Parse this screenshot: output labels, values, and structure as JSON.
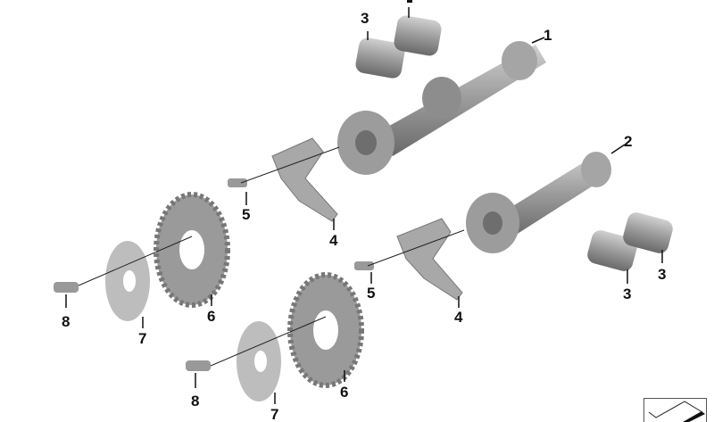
{
  "callouts": [
    {
      "id": "c3a",
      "text": "3"
    },
    {
      "id": "c1",
      "text": "1"
    },
    {
      "id": "c2",
      "text": "2"
    },
    {
      "id": "c5a",
      "text": "5"
    },
    {
      "id": "c4a",
      "text": "4"
    },
    {
      "id": "c8a",
      "text": "8"
    },
    {
      "id": "c7a",
      "text": "7"
    },
    {
      "id": "c6a",
      "text": "6"
    },
    {
      "id": "c5b",
      "text": "5"
    },
    {
      "id": "c4b",
      "text": "4"
    },
    {
      "id": "c3b",
      "text": "3"
    },
    {
      "id": "c3c",
      "text": "3"
    },
    {
      "id": "c8b",
      "text": "8"
    },
    {
      "id": "c7b",
      "text": "7"
    },
    {
      "id": "c6b",
      "text": "6"
    }
  ],
  "colors": {
    "part": "#9a9a9a",
    "part_dark": "#6e6e6e",
    "part_light": "#c8c8c8",
    "line": "#111111"
  },
  "icons": [
    "diagram-view-icon"
  ]
}
